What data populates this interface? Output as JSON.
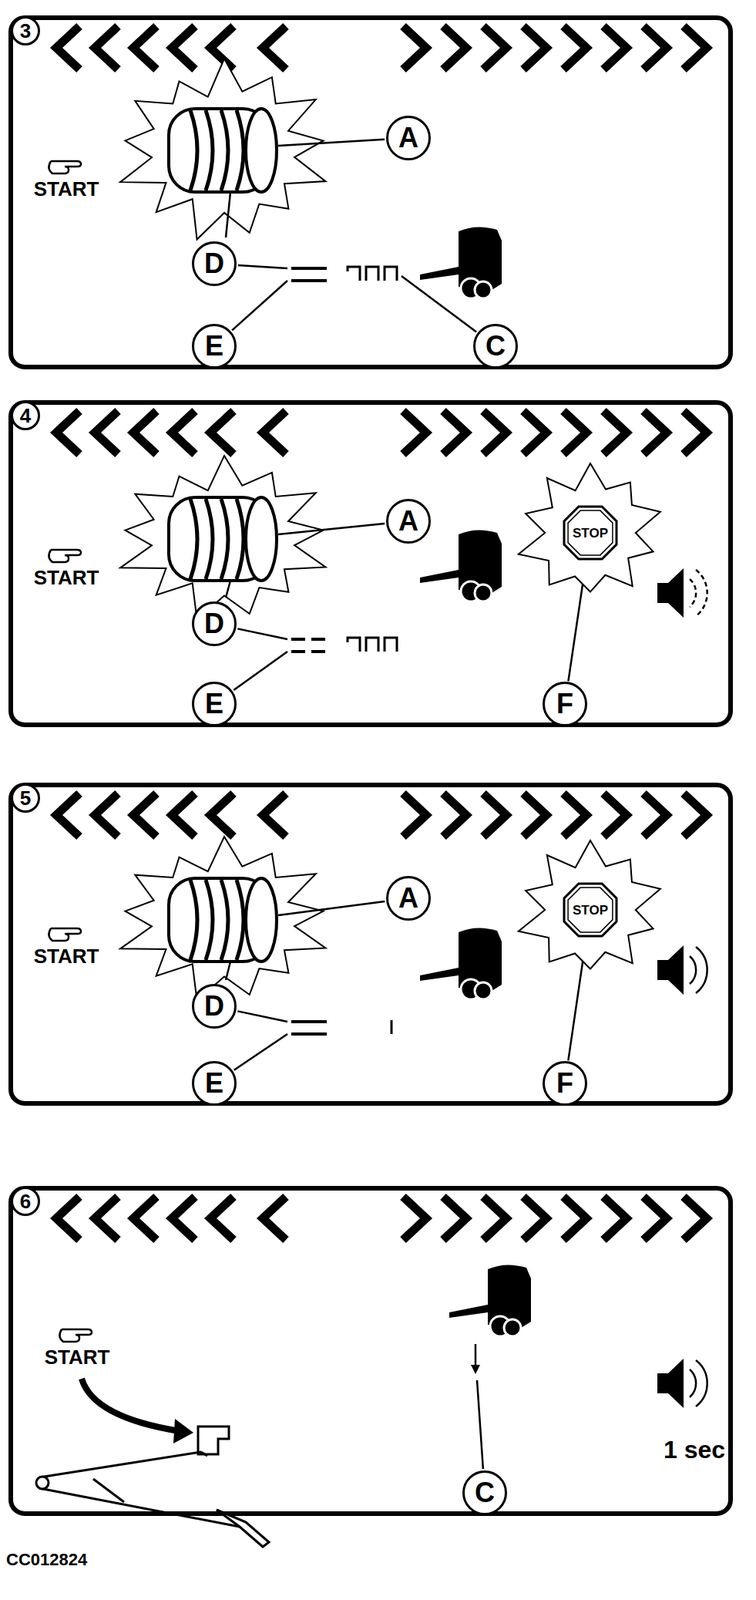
{
  "diagram": {
    "nodes": [
      {
        "text": [
          "START"
        ]
      },
      {
        "text": [
          "3"
        ],
        "in": 0
      },
      {
        "text": [
          "A"
        ],
        "in": 0
      },
      {
        "text": [
          "D"
        ],
        "in": 0
      },
      {
        "text": [
          "E"
        ],
        "in": 0
      },
      {
        "text": [
          "C"
        ],
        "in": 0
      },
      {
        "text": [
          "START"
        ]
      },
      {
        "text": [
          "4"
        ],
        "in": 6
      },
      {
        "text": [
          "A"
        ],
        "in": 6
      },
      {
        "text": [
          "D"
        ],
        "in": 6
      },
      {
        "text": [
          "E"
        ],
        "in": 6
      },
      {
        "text": [
          "STOP"
        ],
        "in": 6
      },
      {
        "text": [
          "F"
        ],
        "in": 6
      },
      {
        "text": [
          "START"
        ]
      },
      {
        "text": [
          "5"
        ],
        "in": 13
      },
      {
        "text": [
          "A"
        ],
        "in": 13
      },
      {
        "text": [
          "D"
        ],
        "in": 13
      },
      {
        "text": [
          "E"
        ],
        "in": 13
      },
      {
        "text": [
          "STOP"
        ],
        "in": 13
      },
      {
        "text": [
          "F"
        ],
        "in": 13
      },
      {
        "text": [
          "START",
          "1 sec"
        ]
      },
      {
        "text": [
          "6"
        ],
        "in": 20
      },
      {
        "text": [
          "C"
        ],
        "in": 20
      }
    ],
    "edges": [
      {
        "from": 12,
        "to": 11,
        "arrow": "none"
      },
      {
        "from": 19,
        "to": 18,
        "arrow": "none"
      }
    ],
    "labels": [
      "CC012824"
    ]
  }
}
